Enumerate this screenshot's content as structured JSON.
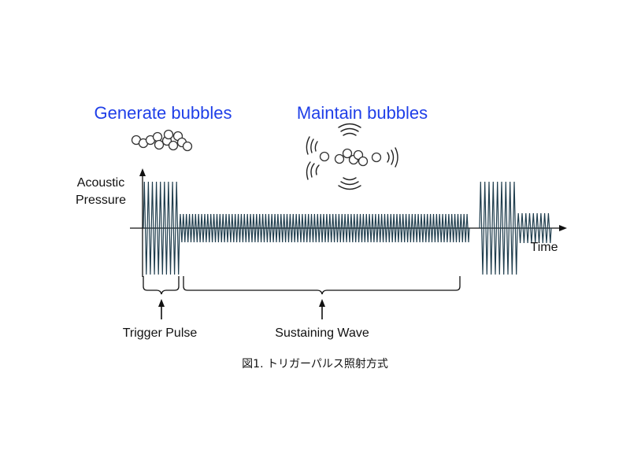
{
  "titles": {
    "generate": "Generate bubbles",
    "maintain": "Maintain bubbles"
  },
  "axis": {
    "ylabel_line1": "Acoustic",
    "ylabel_line2": "Pressure",
    "xlabel": "Time"
  },
  "annotations": {
    "trigger": "Trigger Pulse",
    "sustain": "Sustaining Wave"
  },
  "caption": "図1. トリガーパルス照射方式",
  "colors": {
    "title_blue": "#1f3fe8",
    "wave": "#1f3d4d",
    "text": "#111111"
  },
  "waveform": {
    "segments": [
      {
        "name": "trigger-pulse-1",
        "amplitude": "high",
        "cycles": 9
      },
      {
        "name": "sustaining-wave",
        "amplitude": "low",
        "cycles": 95
      },
      {
        "name": "trigger-pulse-2",
        "amplitude": "high",
        "cycles": 9
      },
      {
        "name": "sustaining-wave-2",
        "amplitude": "low",
        "cycles": 9
      }
    ]
  }
}
